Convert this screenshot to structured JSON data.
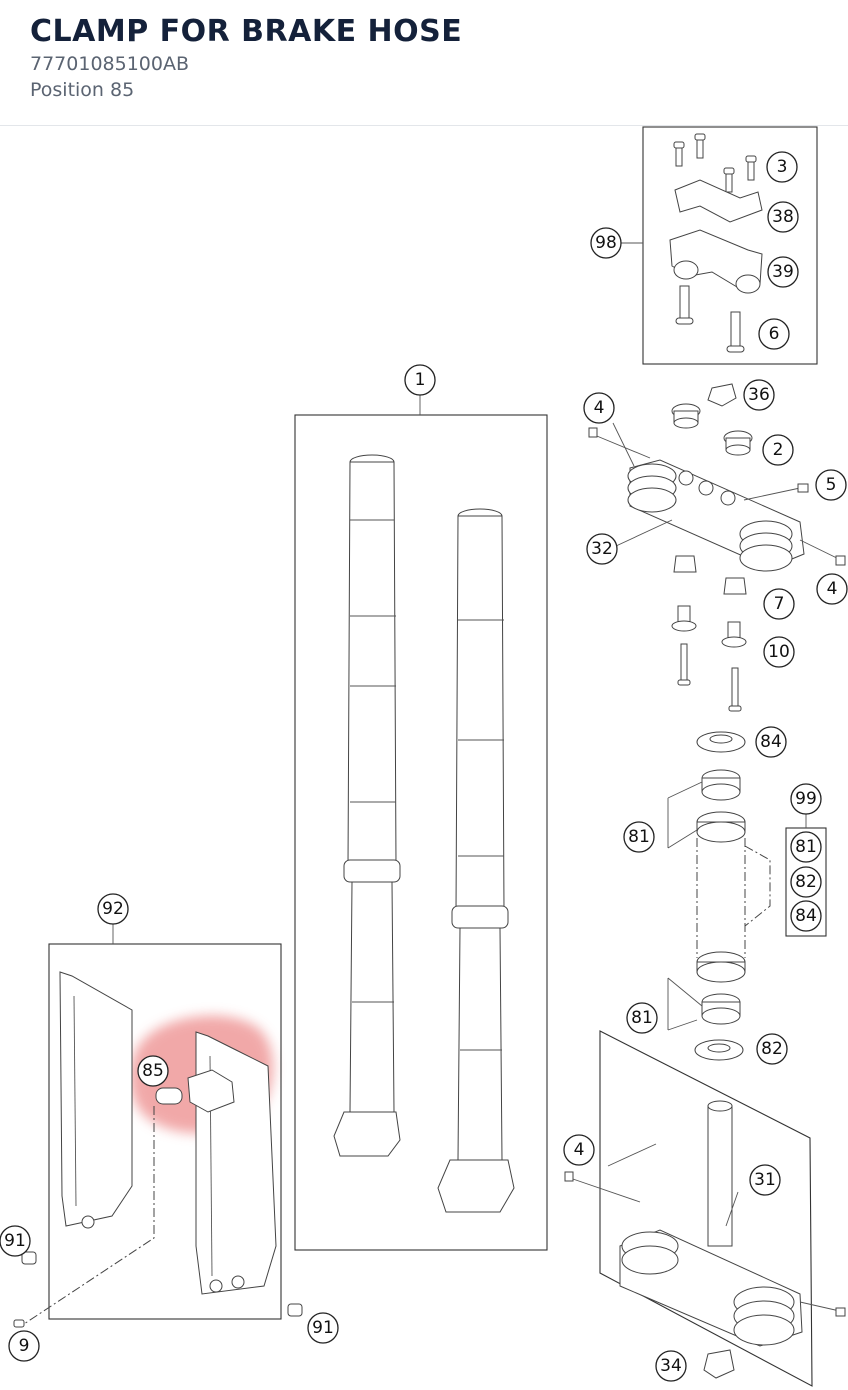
{
  "header": {
    "title": "CLAMP FOR BRAKE HOSE",
    "part_number": "77701085100AB",
    "position_label": "Position 85"
  },
  "highlight_color": "#ef9a9a",
  "callouts": {
    "c1": "1",
    "c2": "2",
    "c3": "3",
    "c4a": "4",
    "c4b": "4",
    "c4c": "4",
    "c5": "5",
    "c6": "6",
    "c7": "7",
    "c9": "9",
    "c10": "10",
    "c31": "31",
    "c32": "32",
    "c34": "34",
    "c36": "36",
    "c38": "38",
    "c39": "39",
    "c81a": "81",
    "c81b": "81",
    "c81k": "81",
    "c82a": "82",
    "c82k": "82",
    "c84a": "84",
    "c84k": "84",
    "c85": "85",
    "c91a": "91",
    "c91b": "91",
    "c92": "92",
    "c98": "98",
    "c99": "99"
  }
}
